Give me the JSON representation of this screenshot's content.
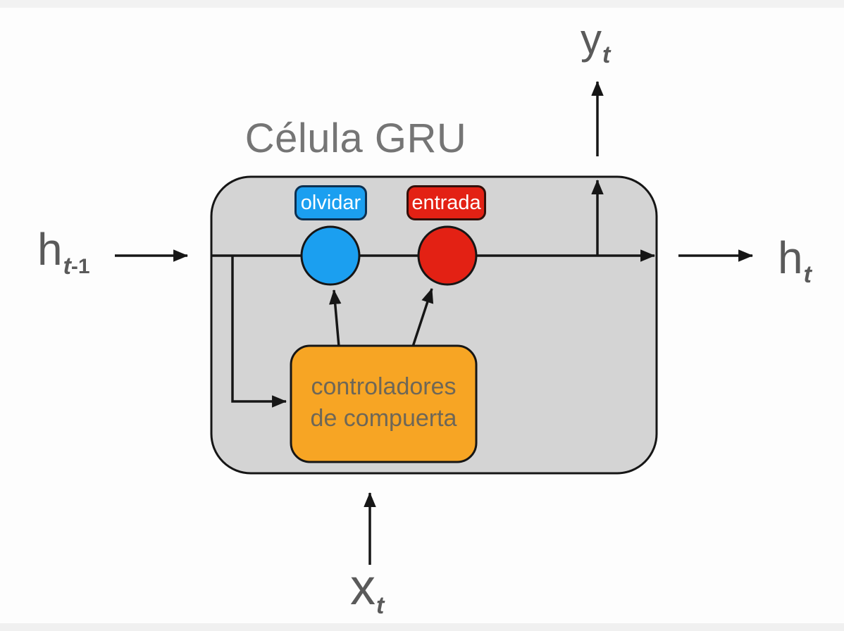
{
  "title": "Célula GRU",
  "gates": {
    "forget": {
      "label": "olvidar"
    },
    "input": {
      "label": "entrada"
    }
  },
  "controller": {
    "line1": "controladores",
    "line2": "de compuerta"
  },
  "io": {
    "h_prev": {
      "base": "h",
      "sub": "t",
      "sub_plain": "-1"
    },
    "h_next": {
      "base": "h",
      "sub": "t"
    },
    "y_out": {
      "base": "y",
      "sub": "t"
    },
    "x_in": {
      "base": "x",
      "sub": "t"
    }
  },
  "colors": {
    "forget_gate": "#1b9ff0",
    "forget_gate_border": "#0d3050",
    "input_gate": "#e32114",
    "input_gate_border": "#32100a",
    "controller_fill": "#f7a524",
    "cell_fill": "#d4d4d4",
    "outline": "#161616",
    "title_text": "#757575",
    "io_text": "#5a5a5a",
    "gate_text": "#ffffff",
    "controller_text": "#6e6757",
    "background": "#fdfdfd"
  }
}
